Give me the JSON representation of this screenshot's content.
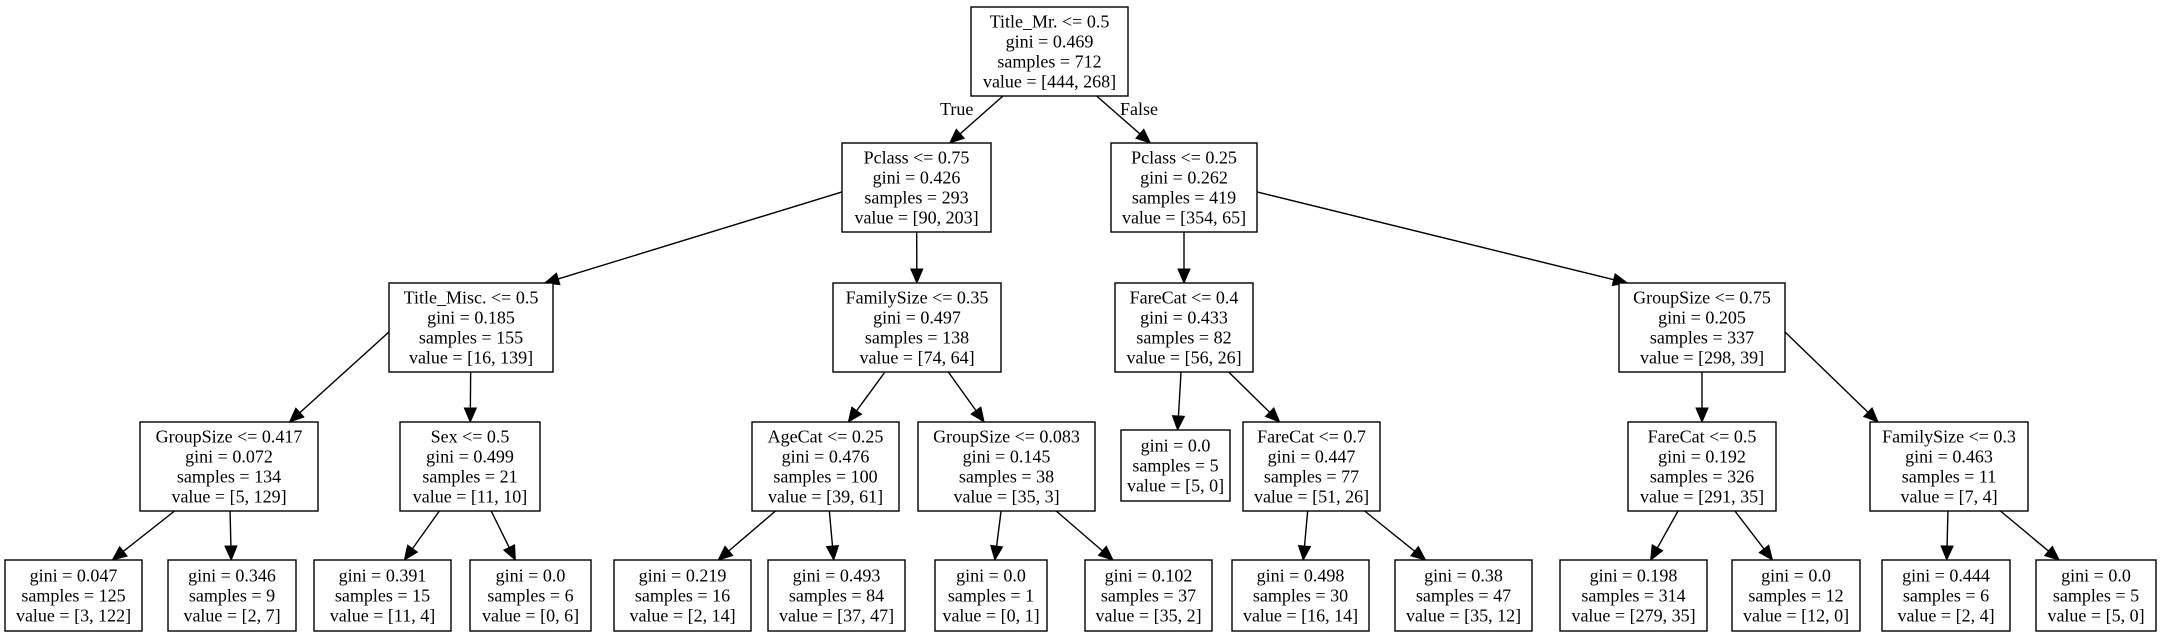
{
  "tree": {
    "root_edge_labels": {
      "true": "True",
      "false": "False"
    },
    "nodes": [
      {
        "id": "n0",
        "lines": [
          "Title_Mr. <= 0.5",
          "gini = 0.469",
          "samples = 712",
          "value = [444, 268]"
        ]
      },
      {
        "id": "n1",
        "lines": [
          "Pclass <= 0.75",
          "gini = 0.426",
          "samples = 293",
          "value = [90, 203]"
        ]
      },
      {
        "id": "n2",
        "lines": [
          "Pclass <= 0.25",
          "gini = 0.262",
          "samples = 419",
          "value = [354, 65]"
        ]
      },
      {
        "id": "n3",
        "lines": [
          "Title_Misc. <= 0.5",
          "gini = 0.185",
          "samples = 155",
          "value = [16, 139]"
        ]
      },
      {
        "id": "n4",
        "lines": [
          "FamilySize <= 0.35",
          "gini = 0.497",
          "samples = 138",
          "value = [74, 64]"
        ]
      },
      {
        "id": "n5",
        "lines": [
          "FareCat <= 0.4",
          "gini = 0.433",
          "samples = 82",
          "value = [56, 26]"
        ]
      },
      {
        "id": "n6",
        "lines": [
          "GroupSize <= 0.75",
          "gini = 0.205",
          "samples = 337",
          "value = [298, 39]"
        ]
      },
      {
        "id": "n7",
        "lines": [
          "GroupSize <= 0.417",
          "gini = 0.072",
          "samples = 134",
          "value = [5, 129]"
        ]
      },
      {
        "id": "n8",
        "lines": [
          "Sex <= 0.5",
          "gini = 0.499",
          "samples = 21",
          "value = [11, 10]"
        ]
      },
      {
        "id": "n9",
        "lines": [
          "AgeCat <= 0.25",
          "gini = 0.476",
          "samples = 100",
          "value = [39, 61]"
        ]
      },
      {
        "id": "n10",
        "lines": [
          "GroupSize <= 0.083",
          "gini = 0.145",
          "samples = 38",
          "value = [35, 3]"
        ]
      },
      {
        "id": "n11",
        "lines": [
          "gini = 0.0",
          "samples = 5",
          "value = [5, 0]"
        ]
      },
      {
        "id": "n12",
        "lines": [
          "FareCat <= 0.7",
          "gini = 0.447",
          "samples = 77",
          "value = [51, 26]"
        ]
      },
      {
        "id": "n13",
        "lines": [
          "FareCat <= 0.5",
          "gini = 0.192",
          "samples = 326",
          "value = [291, 35]"
        ]
      },
      {
        "id": "n14",
        "lines": [
          "FamilySize <= 0.3",
          "gini = 0.463",
          "samples = 11",
          "value = [7, 4]"
        ]
      },
      {
        "id": "n15",
        "lines": [
          "gini = 0.047",
          "samples = 125",
          "value = [3, 122]"
        ]
      },
      {
        "id": "n16",
        "lines": [
          "gini = 0.346",
          "samples = 9",
          "value = [2, 7]"
        ]
      },
      {
        "id": "n17",
        "lines": [
          "gini = 0.391",
          "samples = 15",
          "value = [11, 4]"
        ]
      },
      {
        "id": "n18",
        "lines": [
          "gini = 0.0",
          "samples = 6",
          "value = [0, 6]"
        ]
      },
      {
        "id": "n19",
        "lines": [
          "gini = 0.219",
          "samples = 16",
          "value = [2, 14]"
        ]
      },
      {
        "id": "n20",
        "lines": [
          "gini = 0.493",
          "samples = 84",
          "value = [37, 47]"
        ]
      },
      {
        "id": "n21",
        "lines": [
          "gini = 0.0",
          "samples = 1",
          "value = [0, 1]"
        ]
      },
      {
        "id": "n22",
        "lines": [
          "gini = 0.102",
          "samples = 37",
          "value = [35, 2]"
        ]
      },
      {
        "id": "n23",
        "lines": [
          "gini = 0.498",
          "samples = 30",
          "value = [16, 14]"
        ]
      },
      {
        "id": "n24",
        "lines": [
          "gini = 0.38",
          "samples = 47",
          "value = [35, 12]"
        ]
      },
      {
        "id": "n25",
        "lines": [
          "gini = 0.198",
          "samples = 314",
          "value = [279, 35]"
        ]
      },
      {
        "id": "n26",
        "lines": [
          "gini = 0.0",
          "samples = 12",
          "value = [12, 0]"
        ]
      },
      {
        "id": "n27",
        "lines": [
          "gini = 0.444",
          "samples = 6",
          "value = [2, 4]"
        ]
      },
      {
        "id": "n28",
        "lines": [
          "gini = 0.0",
          "samples = 5",
          "value = [5, 0]"
        ]
      }
    ],
    "edges": [
      {
        "from": "n0",
        "to": "n1"
      },
      {
        "from": "n0",
        "to": "n2"
      },
      {
        "from": "n1",
        "to": "n3"
      },
      {
        "from": "n1",
        "to": "n4"
      },
      {
        "from": "n2",
        "to": "n5"
      },
      {
        "from": "n2",
        "to": "n6"
      },
      {
        "from": "n3",
        "to": "n7"
      },
      {
        "from": "n3",
        "to": "n8"
      },
      {
        "from": "n4",
        "to": "n9"
      },
      {
        "from": "n4",
        "to": "n10"
      },
      {
        "from": "n5",
        "to": "n11"
      },
      {
        "from": "n5",
        "to": "n12"
      },
      {
        "from": "n6",
        "to": "n13"
      },
      {
        "from": "n6",
        "to": "n14"
      },
      {
        "from": "n7",
        "to": "n15"
      },
      {
        "from": "n7",
        "to": "n16"
      },
      {
        "from": "n8",
        "to": "n17"
      },
      {
        "from": "n8",
        "to": "n18"
      },
      {
        "from": "n9",
        "to": "n19"
      },
      {
        "from": "n9",
        "to": "n20"
      },
      {
        "from": "n10",
        "to": "n21"
      },
      {
        "from": "n10",
        "to": "n22"
      },
      {
        "from": "n12",
        "to": "n23"
      },
      {
        "from": "n12",
        "to": "n24"
      },
      {
        "from": "n13",
        "to": "n25"
      },
      {
        "from": "n13",
        "to": "n26"
      },
      {
        "from": "n14",
        "to": "n27"
      },
      {
        "from": "n14",
        "to": "n28"
      }
    ]
  }
}
